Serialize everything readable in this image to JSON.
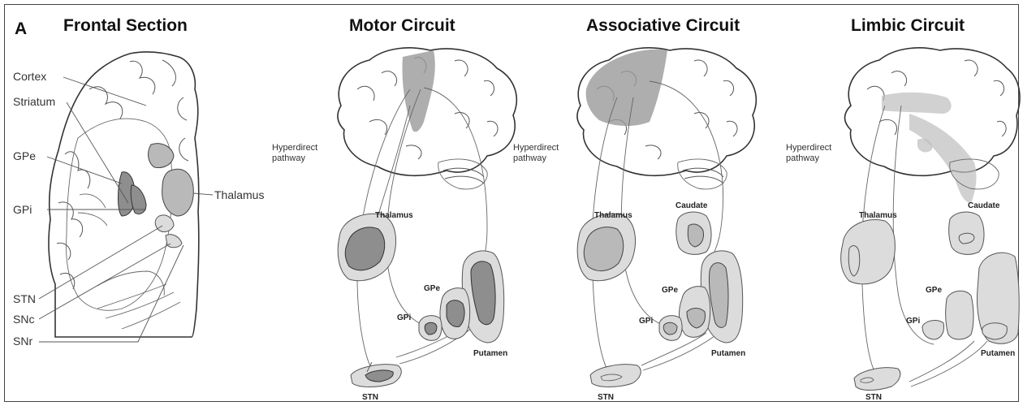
{
  "panel_letter": "A",
  "titles": {
    "frontal": "Frontal Section",
    "motor": "Motor Circuit",
    "associative": "Associative Circuit",
    "limbic": "Limbic Circuit"
  },
  "frontal_labels": {
    "cortex": "Cortex",
    "striatum": "Striatum",
    "gpe": "GPe",
    "gpi": "GPi",
    "thalamus": "Thalamus",
    "stn": "STN",
    "snc": "SNc",
    "snr": "SNr"
  },
  "motor_labels": {
    "hyperdirect": "Hyperdirect\npathway",
    "thalamus": "Thalamus",
    "gpe": "GPe",
    "gpi": "GPi",
    "putamen": "Putamen",
    "stn": "STN"
  },
  "associative_labels": {
    "hyperdirect": "Hyperdirect\npathway",
    "thalamus": "Thalamus",
    "caudate": "Caudate",
    "gpe": "GPe",
    "gpi": "GPi",
    "putamen": "Putamen",
    "stn": "STN"
  },
  "limbic_labels": {
    "hyperdirect": "Hyperdirect\npathway",
    "thalamus": "Thalamus",
    "caudate": "Caudate",
    "gpe": "GPe",
    "gpi": "GPi",
    "putamen": "Putamen",
    "stn": "STN"
  }
}
